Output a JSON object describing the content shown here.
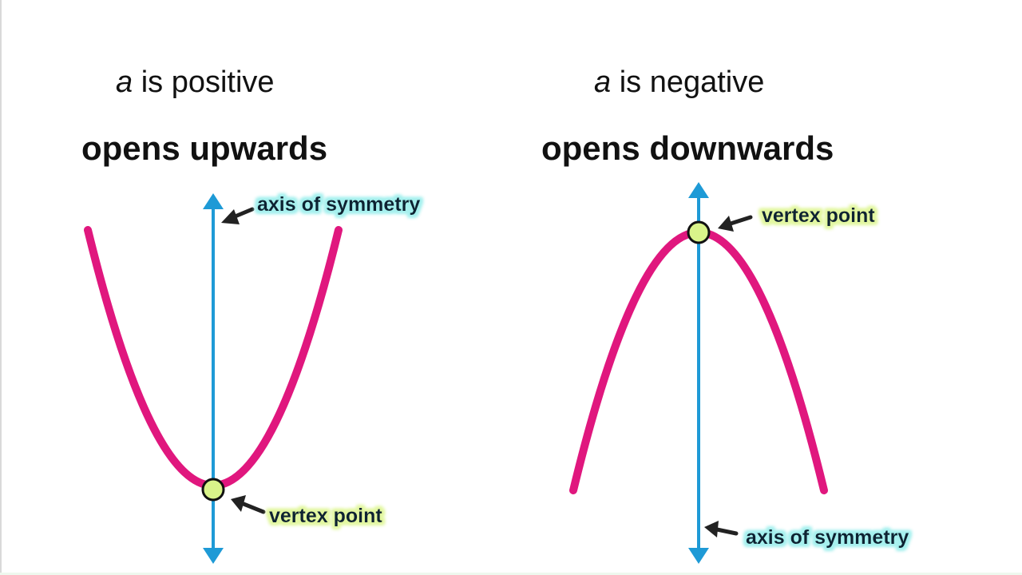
{
  "left_panel": {
    "condition_var": "a",
    "condition_rest": "is positive",
    "heading": "opens upwards",
    "axis_label": "axis of symmetry",
    "vertex_label": "vertex point"
  },
  "right_panel": {
    "condition_var": "a",
    "condition_rest": "is negative",
    "heading": "opens downwards",
    "axis_label": "axis of symmetry",
    "vertex_label": "vertex point"
  },
  "colors": {
    "parabola": "#e0177e",
    "axis": "#1e9ad6",
    "vertex_fill": "#d9f48a",
    "axis_label_glow": "#a5f0ee",
    "vertex_label_glow": "#e2f7a0",
    "arrow": "#222222"
  }
}
